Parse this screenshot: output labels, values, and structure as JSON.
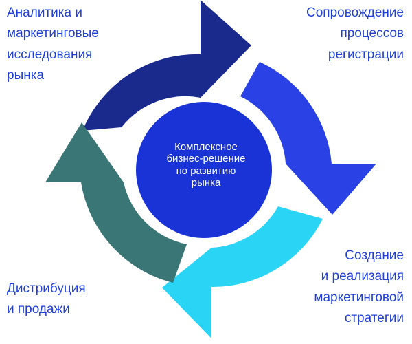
{
  "diagram": {
    "center": {
      "lines": [
        "Комплексное",
        "бизнес-решение",
        "по развитию",
        "рынка"
      ]
    },
    "stages": {
      "top_left": {
        "lines": [
          "Аналитика и",
          "маркетинговые",
          "исследования",
          "рынка"
        ],
        "arrow_color": "#1a2a8c"
      },
      "top_right": {
        "lines": [
          "Сопровождение",
          "процессов",
          "регистрации"
        ],
        "arrow_color": "#2a41e6"
      },
      "bottom_right": {
        "lines": [
          "Создание",
          "и реализация",
          "маркетинговой",
          "стратегии"
        ],
        "arrow_color": "#2ad4f5"
      },
      "bottom_left": {
        "lines": [
          "Дистрибуция",
          "и продажи"
        ],
        "arrow_color": "#3a7676"
      }
    },
    "text_color": "#1f3fd6",
    "center_color": "#1a33d6"
  }
}
